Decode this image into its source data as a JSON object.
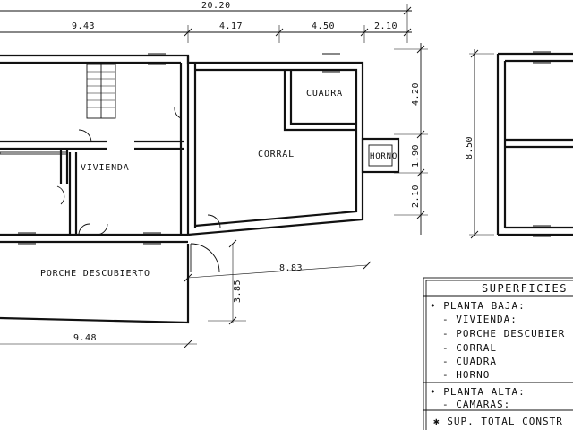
{
  "dimensions": {
    "total_width": "20.20",
    "seg_1": "9.43",
    "seg_2": "4.17",
    "seg_3": "4.50",
    "seg_4": "2.10",
    "right_1": "4.20",
    "right_2": "1.90",
    "right_3": "2.10",
    "upper_plan_height": "8.50",
    "porch_diag": "8.83",
    "porch_depth": "3.85",
    "porch_width": "9.48"
  },
  "rooms": {
    "cuadra": "CUADRA",
    "corral": "CORRAL",
    "horno": "HORNO",
    "vivienda": "VIVIENDA",
    "porche": "PORCHE DESCUBIERTO"
  },
  "table": {
    "title": "SUPERFICIES",
    "rows": [
      "• PLANTA BAJA:",
      "- VIVIENDA:",
      "- PORCHE DESCUBIER",
      "- CORRAL",
      "- CUADRA",
      "- HORNO",
      "• PLANTA ALTA:",
      "- CAMARAS:",
      "✱ SUP. TOTAL CONSTR"
    ]
  }
}
